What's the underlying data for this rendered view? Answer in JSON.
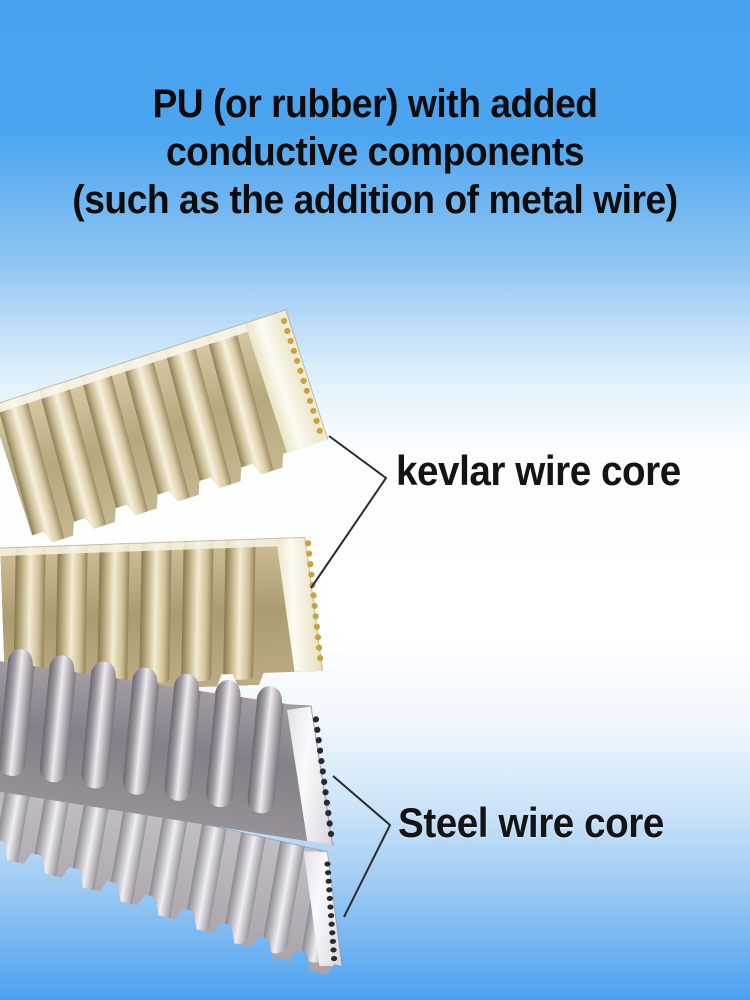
{
  "title": {
    "line1": "PU (or rubber) with added",
    "line2": "conductive components",
    "line3": "(such as the addition of metal wire)"
  },
  "annotations": {
    "kevlar_label": "kevlar wire core",
    "steel_label": "Steel wire core"
  },
  "colors": {
    "background_top": "#48a2f0",
    "background_middle": "#ffffff",
    "background_bottom": "#4ca0ef",
    "title_text": "#0c0c0c",
    "label_text": "#141414",
    "leader_line": "#2b2b2b",
    "belt_cream": "#c9ba92",
    "belt_cream_highlight": "#f6f0dc",
    "belt_gray": "#a09aa3",
    "belt_gray_light": "#c2bfc5",
    "belt_edge_white": "#fdfbf1",
    "kevlar_cord_dot": "#c9a43e",
    "steel_cord_dot": "#2a292e"
  }
}
